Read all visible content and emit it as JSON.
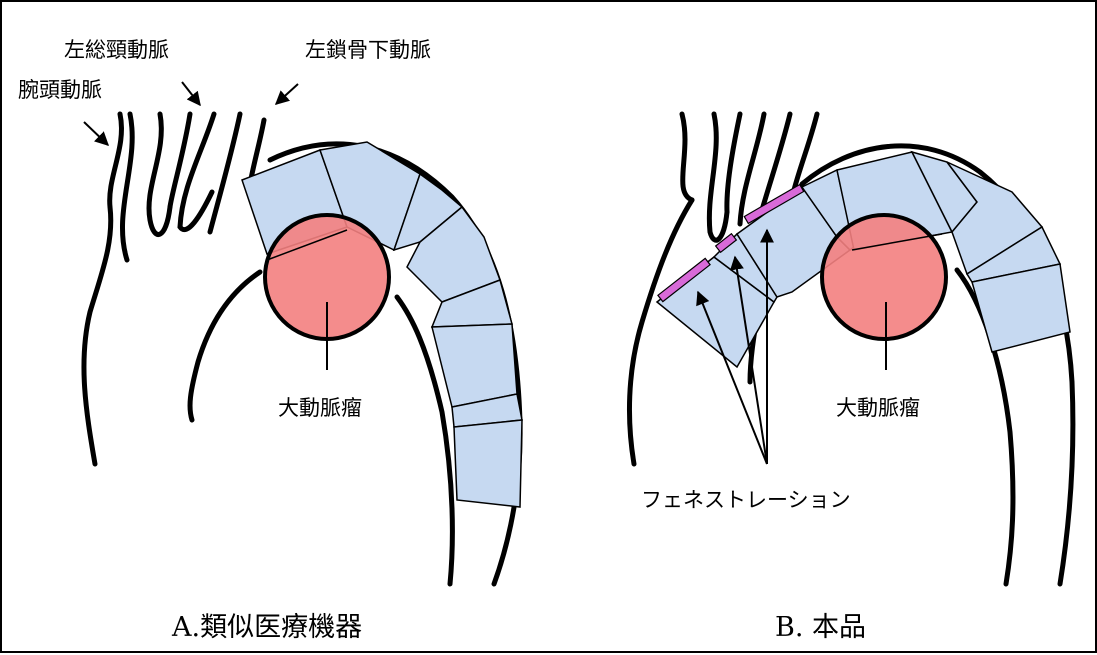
{
  "panel_a": {
    "caption": "A.類似医療機器",
    "labels": {
      "left_common_carotid": "左総頸動脈",
      "left_subclavian": "左鎖骨下動脈",
      "brachiocephalic": "腕頭動脈",
      "aneurysm": "大動脈瘤"
    }
  },
  "panel_b": {
    "caption": "B. 本品",
    "labels": {
      "aneurysm": "大動脈瘤",
      "fenestration": "フェネストレーション"
    }
  },
  "colors": {
    "stent_segment": "#c6d9f1",
    "aneurysm": "#f38080",
    "fenestration": "#d86ad8",
    "line": "#000000"
  }
}
